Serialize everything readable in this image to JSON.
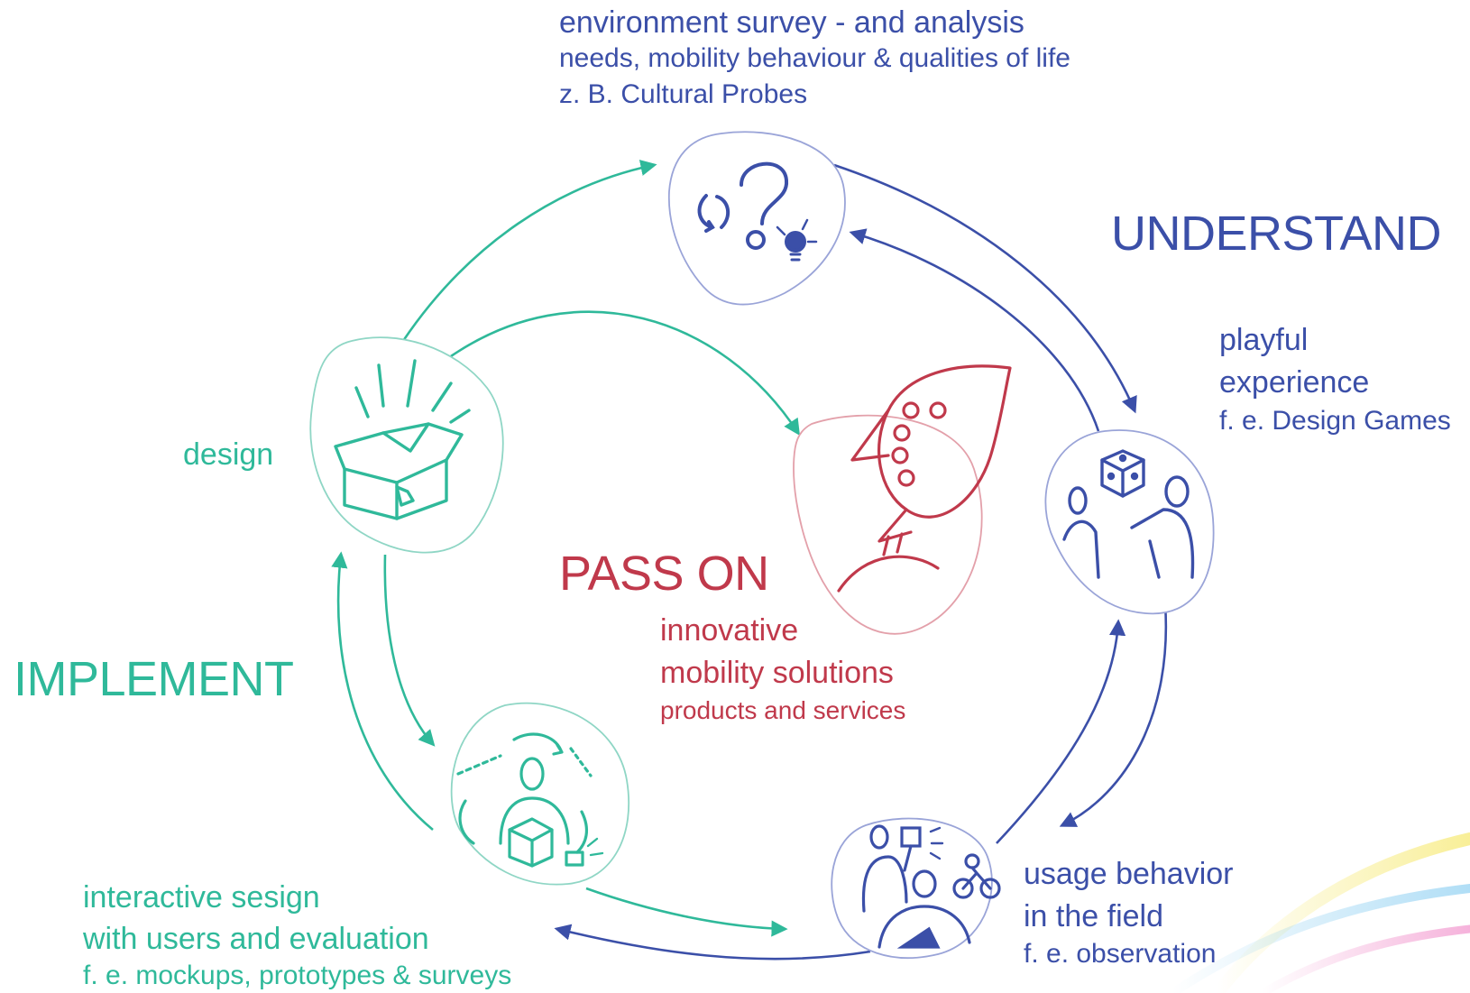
{
  "colors": {
    "understand": "#3b4fa8",
    "implement": "#2fb99a",
    "pass_on": "#c0394b",
    "blob_blue_stroke": "#9aa4d8",
    "blob_teal_stroke": "#8fd6c5",
    "blob_red_stroke": "#e3a0aa"
  },
  "phases": {
    "understand": "UNDERSTAND",
    "implement": "IMPLEMENT",
    "pass_on": "PASS ON"
  },
  "steps": {
    "survey": {
      "title": "environment survey - and analysis",
      "subtitle": "needs, mobility behaviour & qualities of life",
      "example": "z. B. Cultural Probes",
      "icon": "question-bulb-icon"
    },
    "playful": {
      "line1": "playful",
      "line2": "experience",
      "example": "f. e. Design Games",
      "icon": "dice-people-icon"
    },
    "usage": {
      "line1": "usage behavior",
      "line2": "in the field",
      "example": "f. e. observation",
      "icon": "observation-icon"
    },
    "interactive": {
      "line1": "interactive sesign",
      "line2": "with users and evaluation",
      "example": "f. e. mockups, prototypes & surveys",
      "icon": "prototype-person-icon"
    },
    "design": {
      "title": "design",
      "icon": "open-box-icon"
    },
    "pass_on": {
      "line1": "innovative",
      "line2": "mobility solutions",
      "example": "products and services",
      "icon": "rocket-icon"
    }
  }
}
